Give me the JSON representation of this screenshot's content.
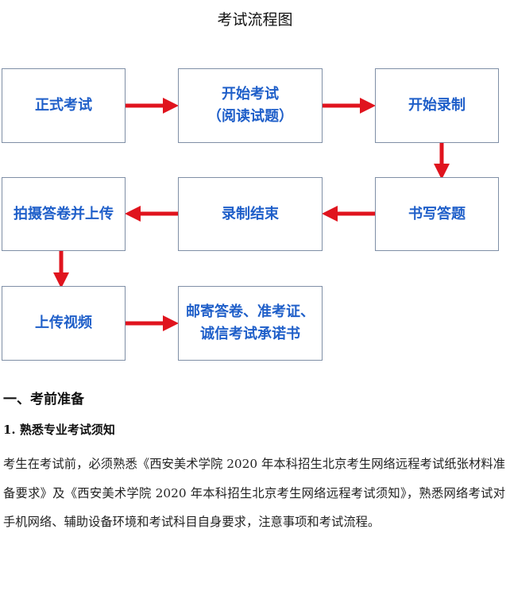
{
  "page_title": "考试流程图",
  "flowchart": {
    "steps": [
      {
        "lines": [
          "正式考试"
        ]
      },
      {
        "lines": [
          "开始考试",
          "（阅读试题）"
        ]
      },
      {
        "lines": [
          "开始录制"
        ]
      },
      {
        "lines": [
          "书写答题"
        ]
      },
      {
        "lines": [
          "录制结束"
        ]
      },
      {
        "lines": [
          "拍摄答卷并上传"
        ]
      },
      {
        "lines": [
          "上传视频"
        ]
      },
      {
        "lines": [
          "邮寄答卷、准考证、",
          "诚信考试承诺书"
        ]
      }
    ],
    "text_color": "#1f5fc9",
    "arrow_color": "#e0141e",
    "border_color": "#7f8fa6"
  },
  "section": {
    "heading": "一、考前准备",
    "subheading": "1. 熟悉专业考试须知",
    "paragraph": "考生在考试前，必须熟悉《西安美术学院 2020 年本科招生北京考生网络远程考试纸张材料准备要求》及《西安美术学院 2020 年本科招生北京考生网络远程考试须知》，熟悉网络考试对手机网络、辅助设备环境和考试科目自身要求，注意事项和考试流程。"
  }
}
